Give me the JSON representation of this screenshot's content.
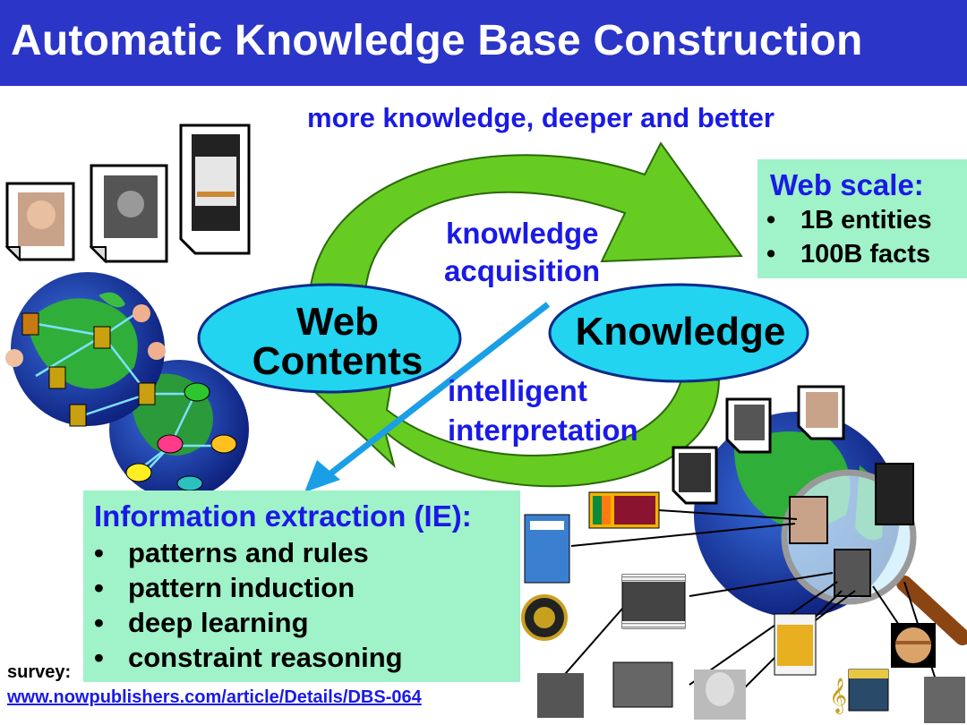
{
  "title": "Automatic Knowledge Base Construction",
  "tagline": "more knowledge, deeper and better",
  "cycle": {
    "web_contents_line1": "Web",
    "web_contents_line2": "Contents",
    "knowledge": "Knowledge",
    "acquisition_line1": "knowledge",
    "acquisition_line2": "acquisition",
    "interpretation_line1": "intelligent",
    "interpretation_line2": "interpretation"
  },
  "web_scale": {
    "title": "Web scale:",
    "items": [
      "1B entities",
      "100B facts"
    ]
  },
  "ie": {
    "title": "Information extraction (IE):",
    "items": [
      "patterns and rules",
      "pattern induction",
      "deep learning",
      "constraint reasoning"
    ]
  },
  "survey": {
    "label": "survey:",
    "link": "www.nowpublishers.com/article/Details/DBS-064"
  },
  "colors": {
    "title_bar": "#2b35c8",
    "text_blue": "#1a1ae6",
    "arrow_green": "#66cc22",
    "ellipse_cyan": "#22d4f0",
    "box_mint": "#a0f2c8",
    "ie_arrow": "#1a9fe6"
  },
  "icons": [
    "document-portrait-icon",
    "document-portrait-icon",
    "film-poster-icon",
    "globe-network-icon",
    "globe-knowledge-icon",
    "magnifier-icon",
    "flag-icon",
    "book-icon",
    "award-icon",
    "film-strip-icon",
    "portrait-icon",
    "planet-icon"
  ]
}
